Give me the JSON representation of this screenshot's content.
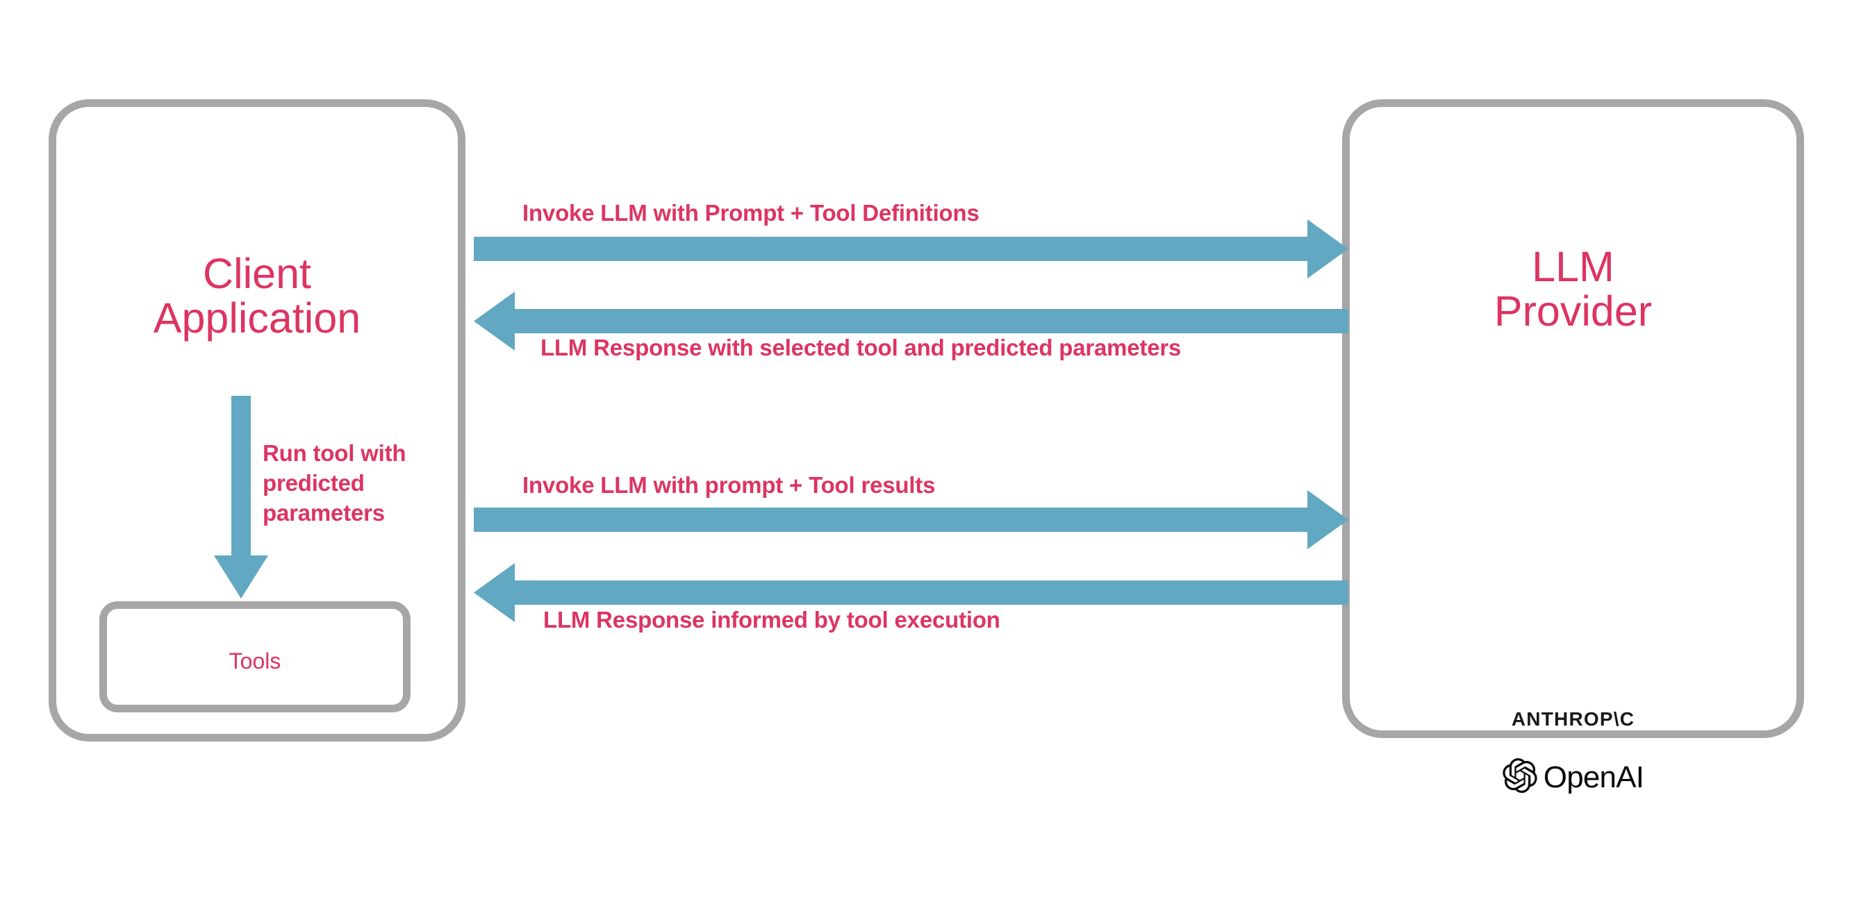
{
  "diagram": {
    "title": "LLM tool-calling interaction flow",
    "colors": {
      "accent_text": "#dd3462",
      "arrow": "#62a8c2",
      "box_border": "#a6a6a6",
      "background": "#ffffff",
      "logo_text": "#111111"
    },
    "nodes": {
      "client": {
        "title_line1": "Client",
        "title_line2": "Application",
        "tools": {
          "label": "Tools"
        }
      },
      "provider": {
        "title_line1": "LLM",
        "title_line2": "Provider",
        "brands": [
          {
            "name": "anthropic-wordmark",
            "label": "ANTHROP\\C"
          },
          {
            "name": "openai-wordmark",
            "label": "OpenAI",
            "icon": "openai-flower-icon"
          }
        ]
      }
    },
    "arrows": [
      {
        "id": "arrow-1",
        "label": "Invoke LLM with Prompt + Tool Definitions",
        "direction": "right",
        "from": "client",
        "to": "provider"
      },
      {
        "id": "arrow-2",
        "label": "LLM Response with selected tool and predicted parameters",
        "direction": "left",
        "from": "provider",
        "to": "client"
      },
      {
        "id": "arrow-3",
        "label": "Invoke LLM with prompt + Tool results",
        "direction": "right",
        "from": "client",
        "to": "provider"
      },
      {
        "id": "arrow-4",
        "label": "LLM Response informed by tool execution",
        "direction": "left",
        "from": "provider",
        "to": "client"
      },
      {
        "id": "arrow-vertical",
        "label": "Run tool with predicted parameters",
        "label_line1": "Run tool with",
        "label_line2": "predicted",
        "label_line3": "parameters",
        "direction": "down",
        "from": "client",
        "to": "tools"
      }
    ]
  }
}
